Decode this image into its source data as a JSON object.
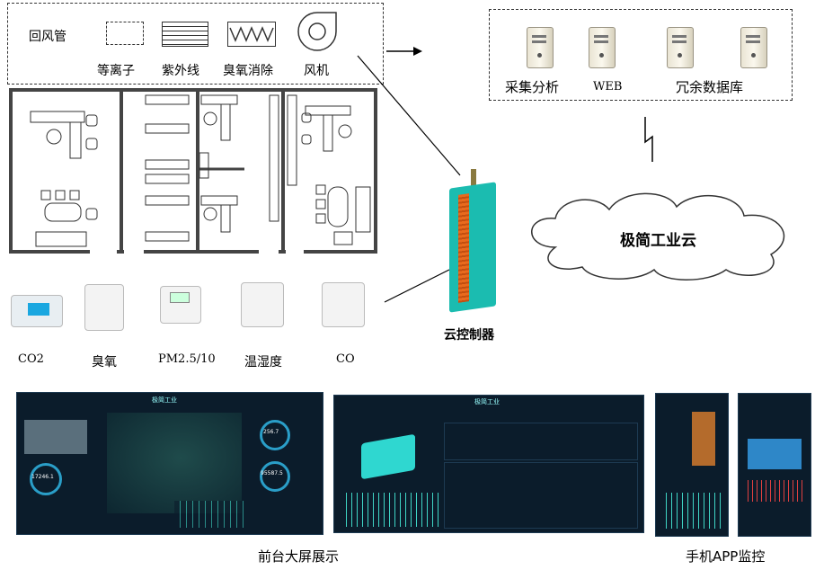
{
  "ducts": {
    "title": "回风管",
    "devices": [
      "等离子",
      "紫外线",
      "臭氧消除",
      "风机"
    ]
  },
  "servers": {
    "labels": [
      "采集分析",
      "WEB",
      "冗余数据库"
    ]
  },
  "cloud": {
    "label": "极简工业云"
  },
  "controller": {
    "label": "云控制器"
  },
  "sensors": [
    "CO2",
    "臭氧",
    "PM2.5/10",
    "温湿度",
    "CO"
  ],
  "bottom": {
    "big_screen_label": "前台大屏展示",
    "mobile_label": "手机APP监控"
  },
  "dash": {
    "screen1_title": "极简工业",
    "screen2_title": "极简工业",
    "kpi1": "256.7",
    "kpi2": "95587.5",
    "kpi3": "17246.1"
  },
  "colors": {
    "accent": "#3fd6c6",
    "screen_bg": "#0b1c2b",
    "controller": "#1bbcb0"
  }
}
